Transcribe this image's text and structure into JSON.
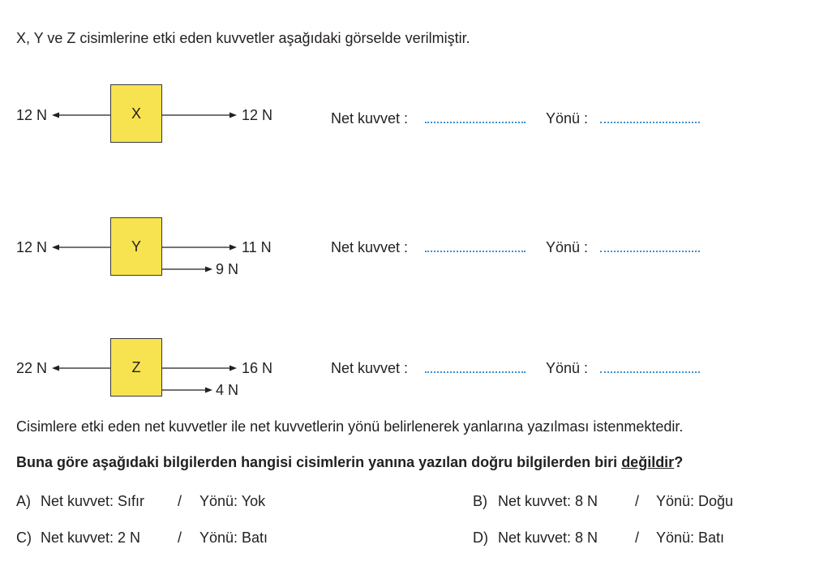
{
  "intro": "X, Y ve Z cisimlerine etki eden kuvvetler aşağıdaki görselde verilmiştir.",
  "objects": [
    {
      "name": "X",
      "left_force": "12 N",
      "right_forces": [
        "12 N"
      ]
    },
    {
      "name": "Y",
      "left_force": "12 N",
      "right_forces": [
        "11 N",
        "9 N"
      ]
    },
    {
      "name": "Z",
      "left_force": "22 N",
      "right_forces": [
        "16 N",
        "4 N"
      ]
    }
  ],
  "fields": {
    "net_label": "Net kuvvet :",
    "direction_label": "Yönü :"
  },
  "instruction": "Cisimlere etki eden net kuvvetler ile net kuvvetlerin yönü belirlenerek yanlarına yazılması istenmektedir.",
  "question": {
    "prefix": "Buna göre aşağıdaki bilgilerden hangisi cisimlerin yanına yazılan doğru bilgilerden biri ",
    "emphasis": "değildir",
    "suffix": "?"
  },
  "options": [
    {
      "letter": "A)",
      "net": "Net kuvvet: Sıfır",
      "sep": "/",
      "dir": "Yönü: Yok"
    },
    {
      "letter": "B)",
      "net": "Net kuvvet: 8 N",
      "sep": "/",
      "dir": "Yönü: Doğu"
    },
    {
      "letter": "C)",
      "net": "Net kuvvet: 2 N",
      "sep": "/",
      "dir": "Yönü: Batı"
    },
    {
      "letter": "D)",
      "net": "Net kuvvet: 8 N",
      "sep": "/",
      "dir": "Yönü: Batı"
    }
  ],
  "colors": {
    "box_fill": "#f7e34f",
    "answer_line": "#3e8fd1"
  }
}
